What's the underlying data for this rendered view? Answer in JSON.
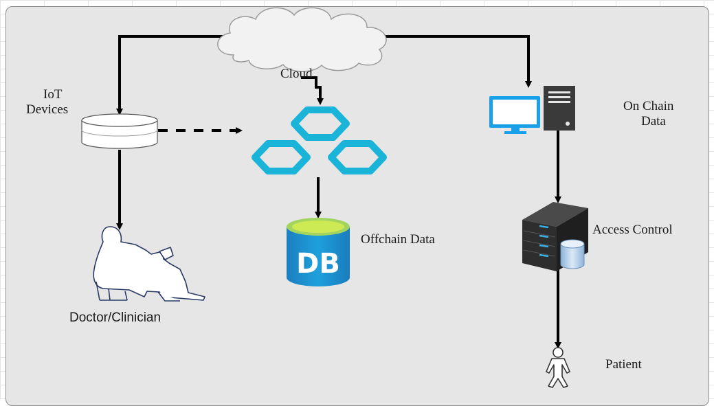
{
  "labels": {
    "cloud": "Cloud",
    "iot_line1": "IoT",
    "iot_line2": "Devices",
    "on_chain_line1": "On Chain",
    "on_chain_line2": "Data",
    "offchain": "Offchain Data",
    "db_text": "DB",
    "access_control": "Access Control",
    "doctor": "Doctor/Clinician",
    "patient": "Patient"
  },
  "colors": {
    "panel": "#e6e6e6",
    "hexagon": "#1ab4d8",
    "db_blue": "#1a87c9",
    "db_top": "#7cc242",
    "monitor": "#1aa0e8",
    "server": "#2b2b2b"
  },
  "icons": [
    "cloud-icon",
    "iot-device-icon",
    "blockchain-hexagons-icon",
    "database-icon",
    "monitor-icon",
    "server-tower-icon",
    "rack-server-icon",
    "doctor-icon",
    "patient-icon"
  ]
}
